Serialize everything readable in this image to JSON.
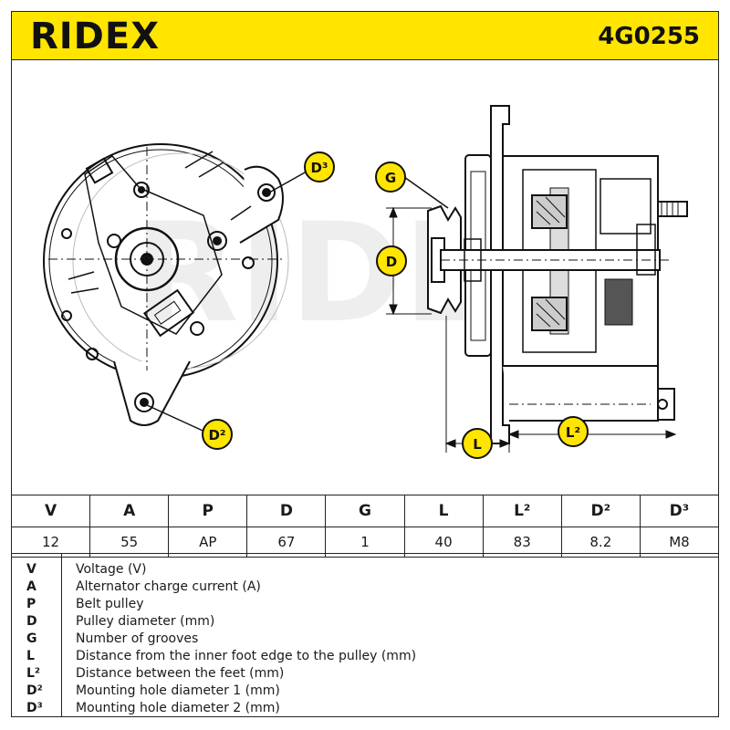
{
  "header": {
    "brand": "RIDEX",
    "part_number": "4G0255",
    "accent_color": "#ffe500"
  },
  "drawing": {
    "callouts": {
      "d3": "D³",
      "d2": "D²",
      "g": "G",
      "d": "D",
      "l": "L",
      "l2": "L²"
    },
    "watermark": "RIDEX"
  },
  "spec_table": {
    "columns": [
      "V",
      "A",
      "P",
      "D",
      "G",
      "L",
      "L²",
      "D²",
      "D³"
    ],
    "values": [
      "12",
      "55",
      "AP",
      "67",
      "1",
      "40",
      "83",
      "8.2",
      "M8"
    ]
  },
  "legend": [
    {
      "key": "V",
      "desc": "Voltage (V)"
    },
    {
      "key": "A",
      "desc": "Alternator charge current (A)"
    },
    {
      "key": "P",
      "desc": "Belt pulley"
    },
    {
      "key": "D",
      "desc": "Pulley diameter (mm)"
    },
    {
      "key": "G",
      "desc": "Number of grooves"
    },
    {
      "key": "L",
      "desc": "Distance from the inner foot edge to the pulley (mm)"
    },
    {
      "key": "L²",
      "desc": "Distance between the feet (mm)"
    },
    {
      "key": "D²",
      "desc": "Mounting hole diameter 1 (mm)"
    },
    {
      "key": "D³",
      "desc": "Mounting hole diameter 2 (mm)"
    }
  ]
}
